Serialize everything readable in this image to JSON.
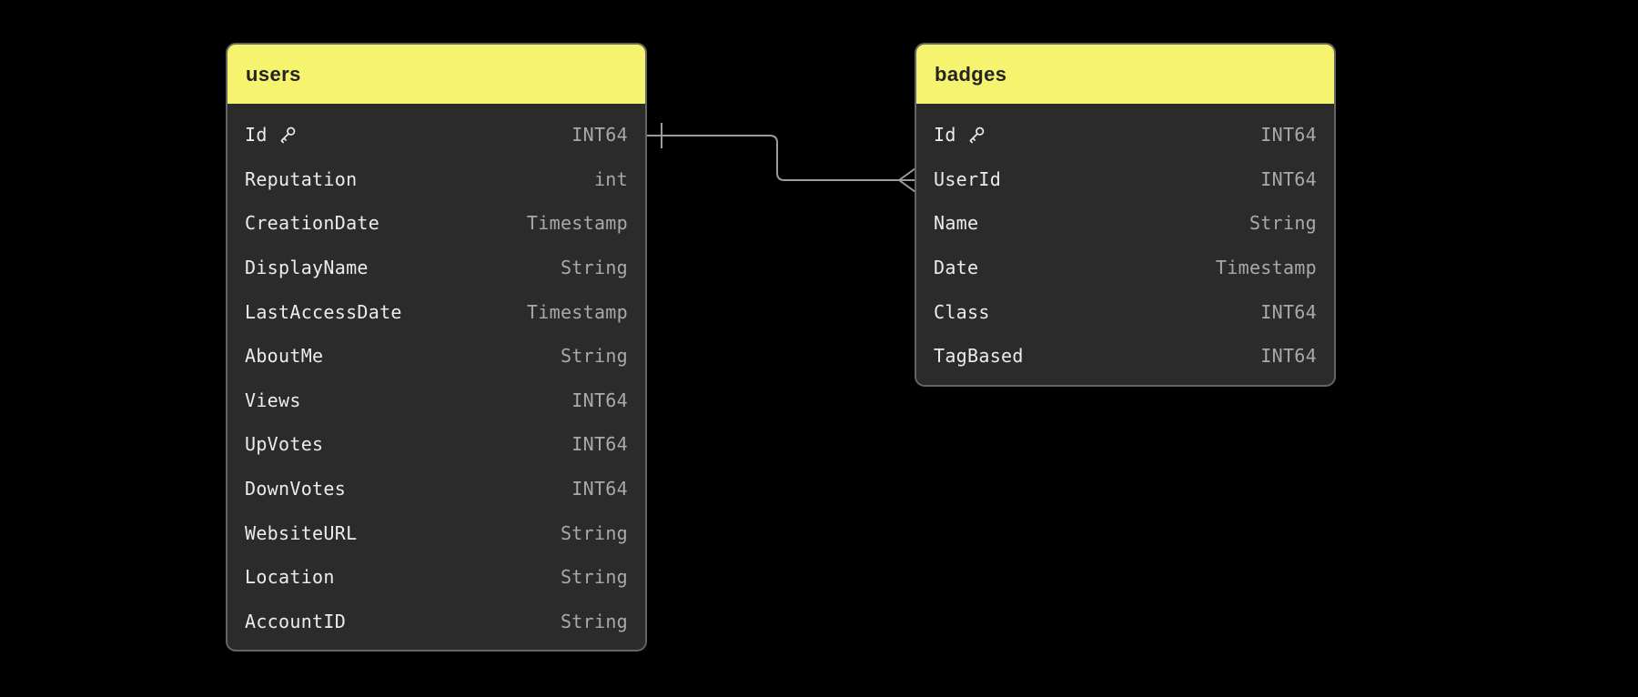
{
  "diagram": {
    "type": "entity-relationship",
    "relationship": {
      "from_table": "users",
      "from_field": "Id",
      "from_cardinality": "one",
      "to_table": "badges",
      "to_field": "UserId",
      "to_cardinality": "many"
    }
  },
  "colors": {
    "header_bg": "#F6F46E",
    "header_text": "#242424",
    "table_bg": "#2B2B2B",
    "table_border": "#646464",
    "field_text": "#ECECEC",
    "type_text": "#A9A9A9",
    "connector": "#9C9C9C",
    "key_icon": "#E9E9E9",
    "canvas_bg": "#000000"
  },
  "tables": [
    {
      "name": "users",
      "fields": [
        {
          "name": "Id",
          "type": "INT64",
          "key": true
        },
        {
          "name": "Reputation",
          "type": "int",
          "key": false
        },
        {
          "name": "CreationDate",
          "type": "Timestamp",
          "key": false
        },
        {
          "name": "DisplayName",
          "type": "String",
          "key": false
        },
        {
          "name": "LastAccessDate",
          "type": "Timestamp",
          "key": false
        },
        {
          "name": "AboutMe",
          "type": "String",
          "key": false
        },
        {
          "name": "Views",
          "type": "INT64",
          "key": false
        },
        {
          "name": "UpVotes",
          "type": "INT64",
          "key": false
        },
        {
          "name": "DownVotes",
          "type": "INT64",
          "key": false
        },
        {
          "name": "WebsiteURL",
          "type": "String",
          "key": false
        },
        {
          "name": "Location",
          "type": "String",
          "key": false
        },
        {
          "name": "AccountID",
          "type": "String",
          "key": false
        }
      ]
    },
    {
      "name": "badges",
      "fields": [
        {
          "name": "Id",
          "type": "INT64",
          "key": true
        },
        {
          "name": "UserId",
          "type": "INT64",
          "key": false
        },
        {
          "name": "Name",
          "type": "String",
          "key": false
        },
        {
          "name": "Date",
          "type": "Timestamp",
          "key": false
        },
        {
          "name": "Class",
          "type": "INT64",
          "key": false
        },
        {
          "name": "TagBased",
          "type": "INT64",
          "key": false
        }
      ]
    }
  ]
}
